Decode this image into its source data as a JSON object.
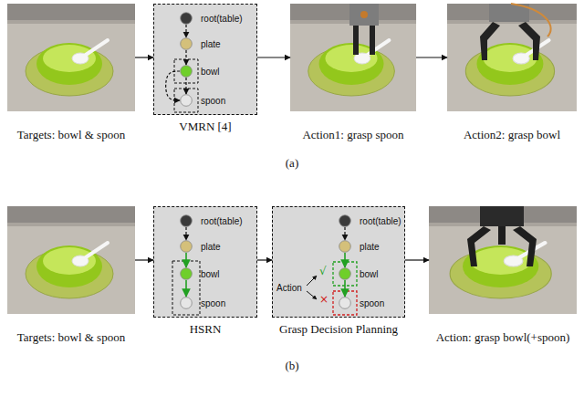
{
  "diagram": {
    "nodes": [
      {
        "text": [
          "Targets: bowl & spoon"
        ]
      },
      {
        "text": [
          "VMRN [4]"
        ]
      },
      {
        "text": [
          "root(table)"
        ],
        "in": 1
      },
      {
        "text": [
          "plate"
        ],
        "in": 1
      },
      {
        "text": [
          "bowl"
        ],
        "in": 1
      },
      {
        "text": [
          "spoon"
        ],
        "in": 1
      },
      {
        "text": [
          "Action1: grasp spoon"
        ]
      },
      {
        "text": [
          "Action2: grasp bowl"
        ]
      },
      {
        "text": [
          "Targets: bowl & spoon"
        ]
      },
      {
        "text": [
          "HSRN"
        ]
      },
      {
        "text": [
          "root(table)"
        ],
        "in": 9
      },
      {
        "text": [
          "plate"
        ],
        "in": 9
      },
      {
        "text": [
          "bowl"
        ],
        "in": 9
      },
      {
        "text": [
          "spoon"
        ],
        "in": 9
      },
      {
        "text": [
          "Grasp Decision Planning"
        ]
      },
      {
        "text": [
          "root(table)"
        ],
        "in": 14
      },
      {
        "text": [
          "plate"
        ],
        "in": 14
      },
      {
        "text": [
          "bowl"
        ],
        "in": 14
      },
      {
        "text": [
          "spoon"
        ],
        "in": 14
      },
      {
        "text": [
          "Action: grasp bowl(+spoon)"
        ]
      }
    ],
    "edges": [
      {
        "from": 0,
        "to": 1,
        "arrow": "to"
      },
      {
        "from": 1,
        "to": 6,
        "arrow": "to"
      },
      {
        "from": 6,
        "to": 7,
        "arrow": "to"
      },
      {
        "from": 2,
        "to": 3,
        "arrow": "to"
      },
      {
        "from": 3,
        "to": 4,
        "arrow": "to"
      },
      {
        "from": 4,
        "to": 5,
        "arrow": "to"
      },
      {
        "from": 4,
        "to": 5,
        "arrow": "to"
      },
      {
        "from": 8,
        "to": 9,
        "arrow": "to"
      },
      {
        "from": 9,
        "to": 14,
        "arrow": "to"
      },
      {
        "from": 14,
        "to": 19,
        "arrow": "to"
      },
      {
        "from": 10,
        "to": 11,
        "arrow": "to"
      },
      {
        "from": 11,
        "to": 12,
        "arrow": "to"
      },
      {
        "from": 12,
        "to": 13,
        "arrow": "to"
      },
      {
        "from": 15,
        "to": 16,
        "arrow": "to"
      },
      {
        "from": 16,
        "to": 17,
        "arrow": "to"
      },
      {
        "from": 17,
        "to": 18,
        "arrow": "to"
      }
    ],
    "labels": [
      "(a)",
      "(b)",
      "Action",
      "√",
      "×"
    ]
  }
}
